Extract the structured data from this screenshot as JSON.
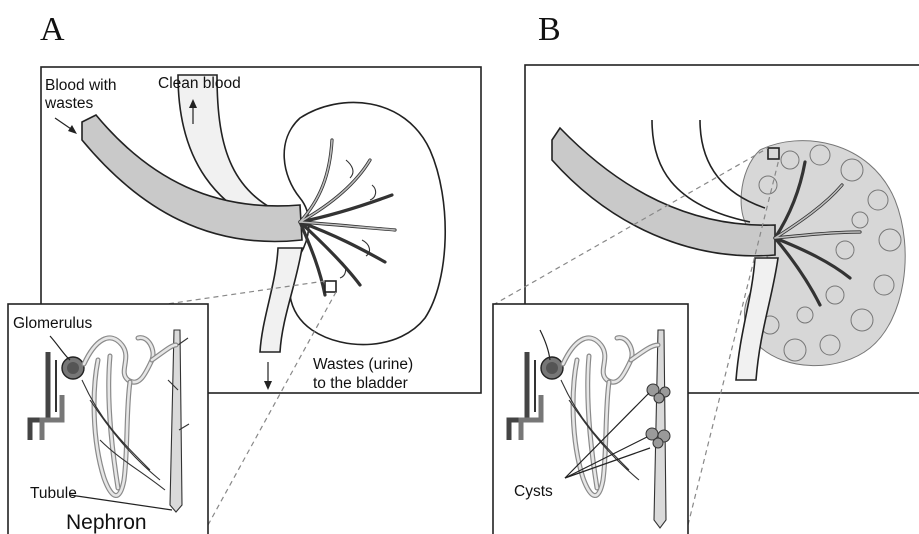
{
  "panels": {
    "a": {
      "letter": "A",
      "labels": {
        "blood_with": "Blood with",
        "wastes": "wastes",
        "clean_blood": "Clean blood",
        "wastes_urine": "Wastes (urine)",
        "to_bladder": "to the bladder",
        "glomerulus": "Glomerulus",
        "tubule": "Tubule",
        "nephron": "Nephron"
      }
    },
    "b": {
      "letter": "B",
      "labels": {
        "cysts": "Cysts"
      }
    }
  },
  "colors": {
    "blood_vessel": "#c9c9c9",
    "outline": "#222222",
    "cyst": "#9a9a9a"
  }
}
